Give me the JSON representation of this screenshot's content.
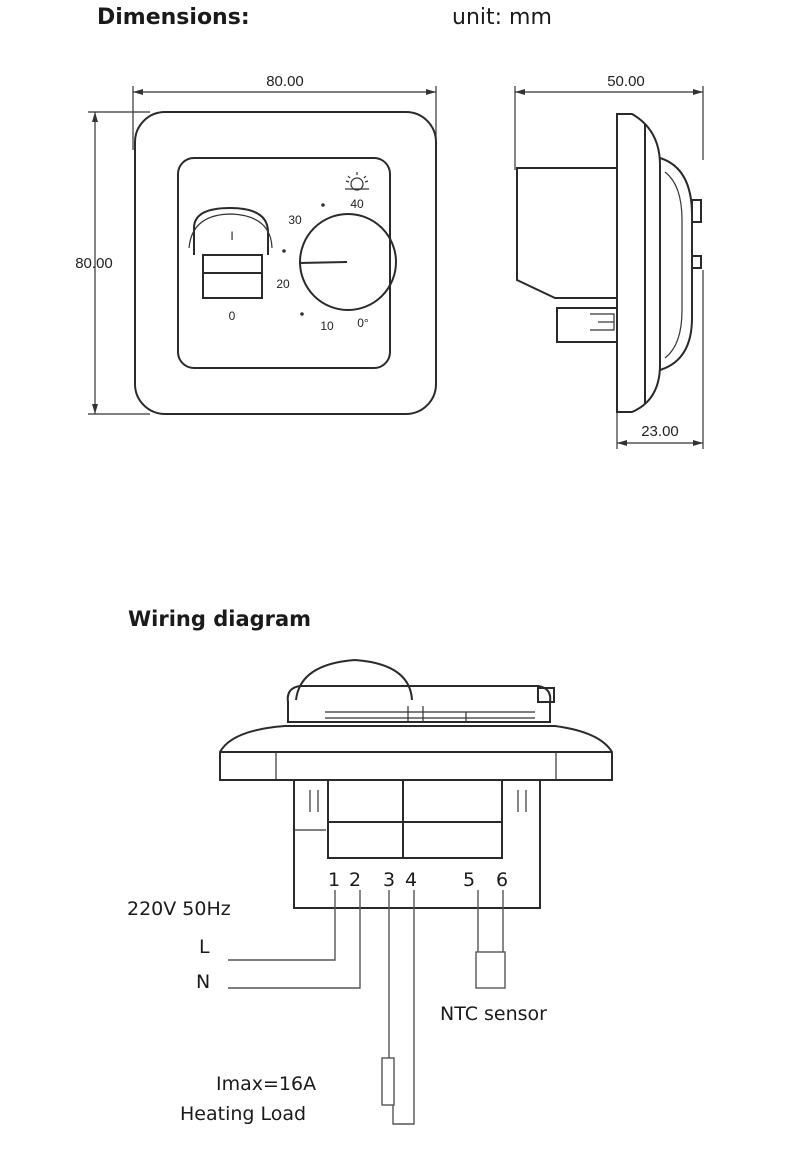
{
  "dimensions": {
    "title": "Dimensions:",
    "unit": "unit: mm",
    "front_width": "80.00",
    "front_height": "80.00",
    "side_depth": "50.00",
    "side_plate": "23.00"
  },
  "dial": {
    "ticks": [
      "40",
      "30",
      "20",
      "10",
      "0°"
    ],
    "switch_on": "I",
    "switch_off": "0"
  },
  "wiring": {
    "title": "Wiring diagram",
    "terminals": [
      "1",
      "2",
      "3",
      "4",
      "5",
      "6"
    ],
    "supply": "220V 50Hz",
    "line": "L",
    "neutral": "N",
    "sensor": "NTC sensor",
    "imax": "Imax=16A",
    "load": "Heating Load"
  }
}
